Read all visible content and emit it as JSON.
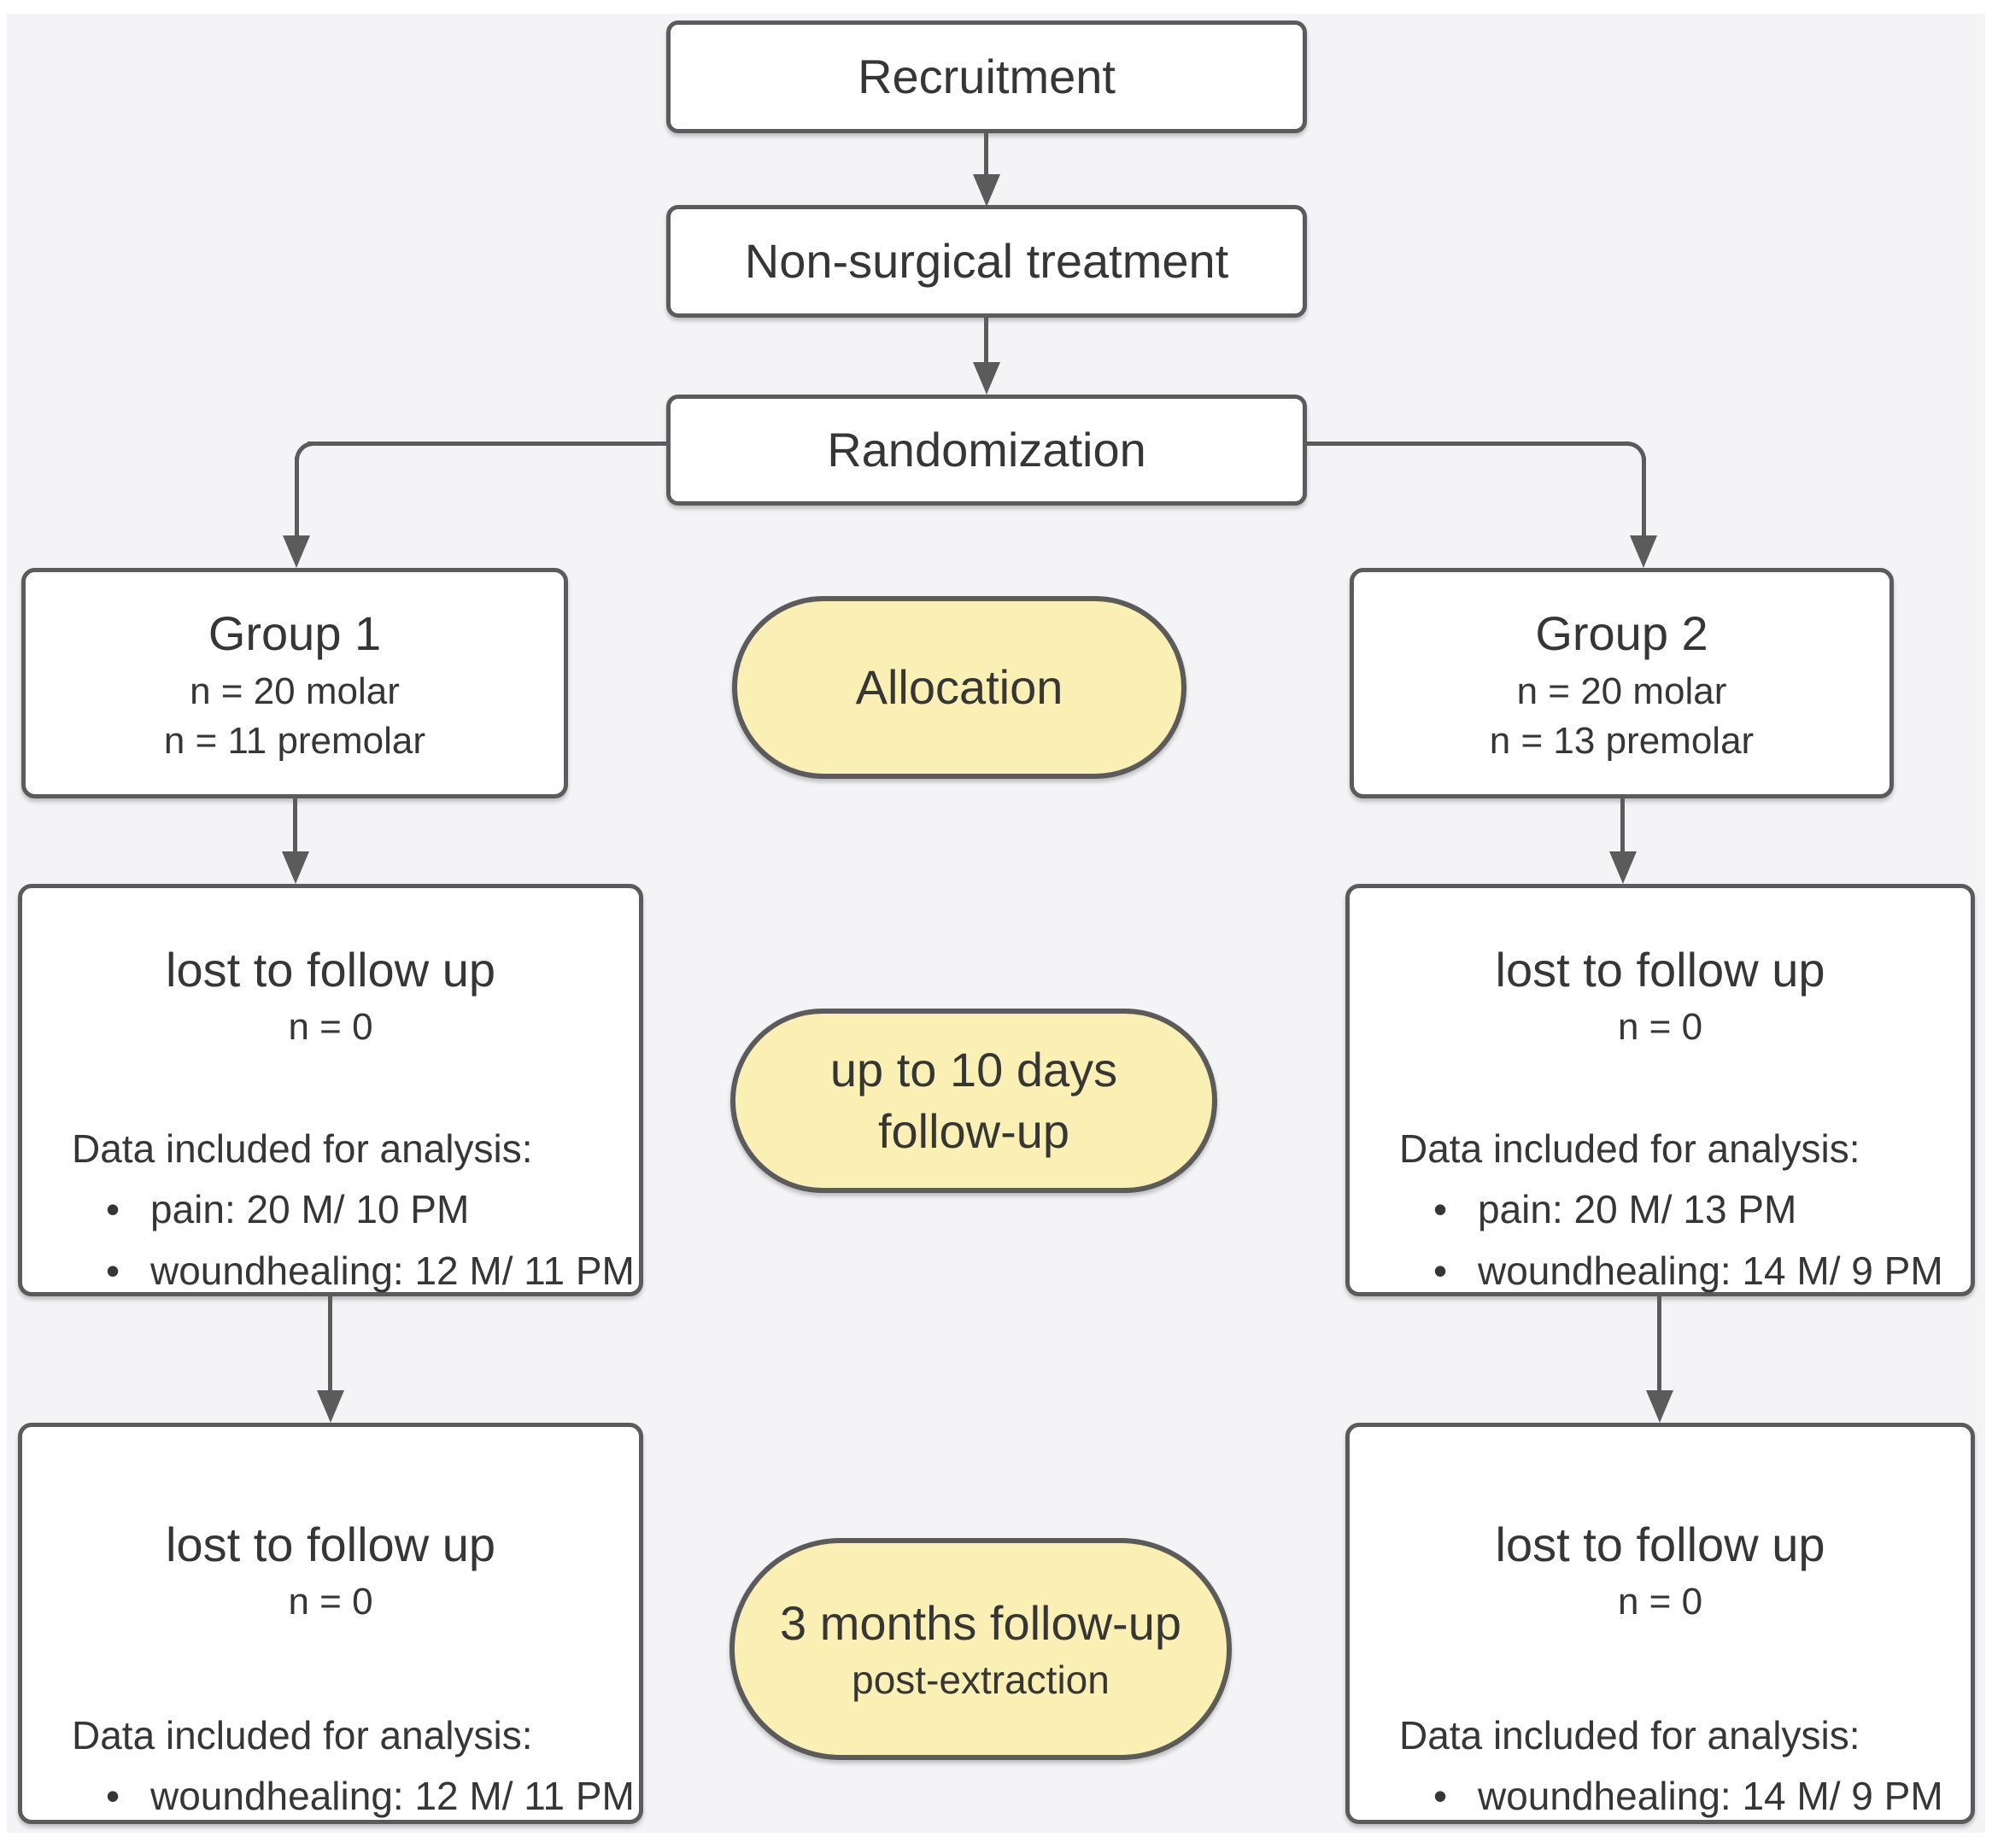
{
  "figure": {
    "background_color": "#F4F4F6",
    "stroke_color": "#5B5B5B",
    "box_fill_color": "#FFFFFF",
    "pill_fill_color": "#FAF0B4",
    "text_color": "#363636"
  },
  "nodes": {
    "recruitment": {
      "label": "Recruitment"
    },
    "non_surgical": {
      "label": "Non-surgical treatment"
    },
    "randomization": {
      "label": "Randomization"
    },
    "group1": {
      "title": "Group 1",
      "lines": [
        "n = 20 molar",
        "n = 11 premolar"
      ]
    },
    "group2": {
      "title": "Group 2",
      "lines": [
        "n = 20 molar",
        "n = 13 premolar"
      ]
    },
    "allocation": {
      "label": "Allocation"
    },
    "followup_10days": {
      "line1": "up to 10 days",
      "line2": "follow-up"
    },
    "followup_3months": {
      "line1": "3 months follow-up",
      "line2": "post-extraction"
    },
    "g1_followup10": {
      "title": "lost to follow up",
      "n": "n = 0",
      "data_heading": "Data included for analysis:",
      "bullets": [
        "pain: 20 M/ 10 PM",
        "woundhealing: 12 M/ 11 PM"
      ]
    },
    "g2_followup10": {
      "title": "lost to follow up",
      "n": "n = 0",
      "data_heading": "Data included for analysis:",
      "bullets": [
        "pain: 20 M/ 13 PM",
        "woundhealing: 14 M/ 9 PM"
      ]
    },
    "g1_followup3m": {
      "title": "lost to follow up",
      "n": "n = 0",
      "data_heading": "Data included for analysis:",
      "bullets": [
        "woundhealing: 12 M/ 11 PM"
      ]
    },
    "g2_followup3m": {
      "title": "lost to follow up",
      "n": "n = 0",
      "data_heading": "Data included for analysis:",
      "bullets": [
        "woundhealing: 14 M/ 9 PM"
      ]
    }
  }
}
